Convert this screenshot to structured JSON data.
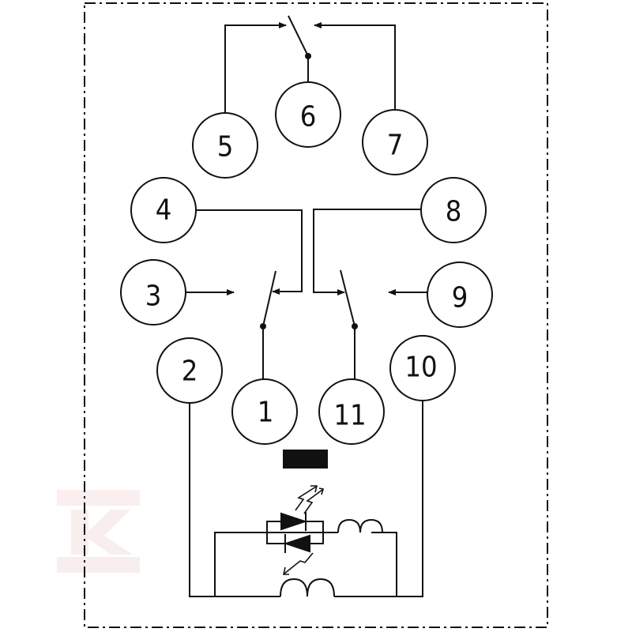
{
  "diagram": {
    "title": "",
    "pins": [
      {
        "id": "1",
        "label": "1"
      },
      {
        "id": "2",
        "label": "2"
      },
      {
        "id": "3",
        "label": "3"
      },
      {
        "id": "4",
        "label": "4"
      },
      {
        "id": "5",
        "label": "5"
      },
      {
        "id": "6",
        "label": "6"
      },
      {
        "id": "7",
        "label": "7"
      },
      {
        "id": "8",
        "label": "8"
      },
      {
        "id": "9",
        "label": "9"
      },
      {
        "id": "10",
        "label": "10"
      },
      {
        "id": "11",
        "label": "11"
      }
    ],
    "contact_groups": [
      {
        "common": "6",
        "contacts": [
          "5",
          "7"
        ]
      },
      {
        "common": "1",
        "contacts": [
          "3",
          "4"
        ]
      },
      {
        "common": "11",
        "contacts": [
          "8",
          "9"
        ]
      }
    ],
    "coil": {
      "terminals": [
        "2",
        "10"
      ],
      "indicator": "led-pair-with-choke"
    },
    "colors": {
      "line": "#111111",
      "background": "#ffffff",
      "watermark": "#f2dede"
    },
    "watermark": {
      "text": "K",
      "kind": "logo"
    }
  }
}
